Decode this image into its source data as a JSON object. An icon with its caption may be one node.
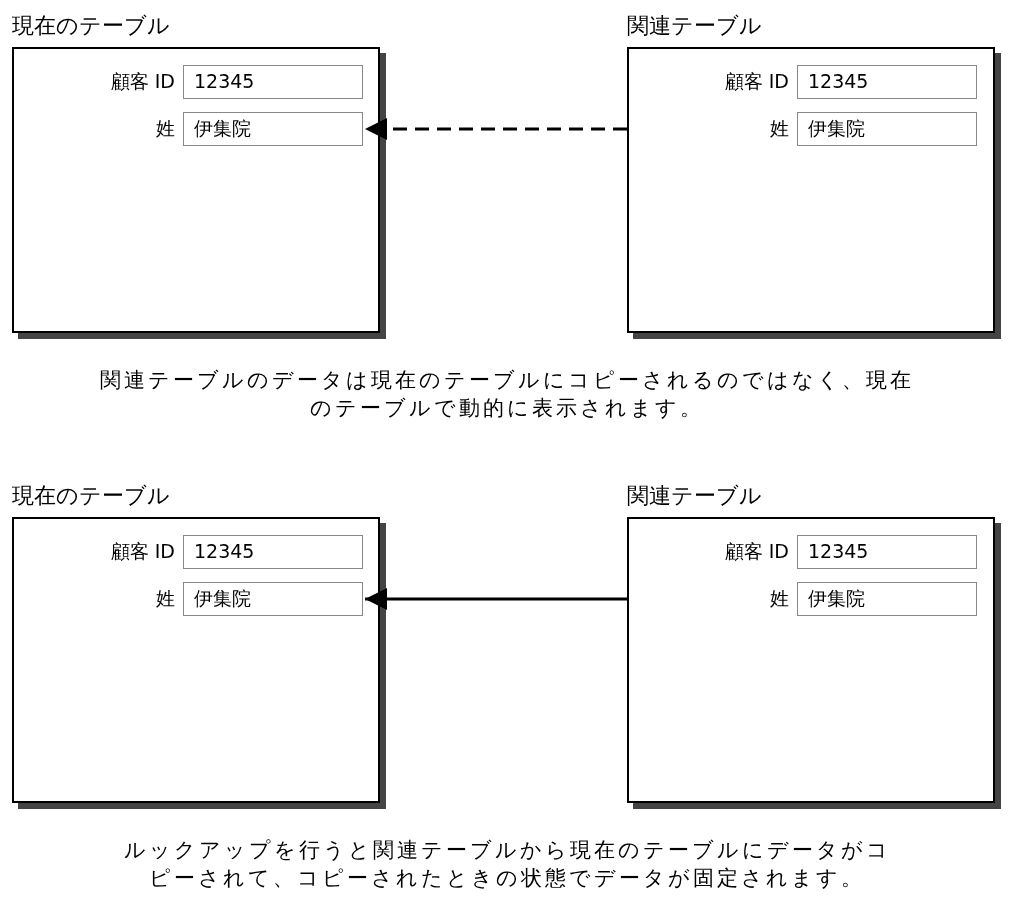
{
  "diagram": {
    "nodes": [
      {
        "text": [
          "現在のテーブル"
        ]
      },
      {
        "text": [
          "12345"
        ],
        "beside": [
          "顧客 ID"
        ],
        "in": 0
      },
      {
        "text": [
          "伊集院"
        ],
        "beside": [
          "姓"
        ],
        "in": 0
      },
      {
        "text": [
          "関連テーブル"
        ]
      },
      {
        "text": [
          "12345"
        ],
        "beside": [
          "顧客 ID"
        ],
        "in": 3
      },
      {
        "text": [
          "伊集院"
        ],
        "beside": [
          "姓"
        ],
        "in": 3
      },
      {
        "text": [
          "現在のテーブル"
        ]
      },
      {
        "text": [
          "12345"
        ],
        "beside": [
          "顧客 ID"
        ],
        "in": 6
      },
      {
        "text": [
          "伊集院"
        ],
        "beside": [
          "姓"
        ],
        "in": 6
      },
      {
        "text": [
          "関連テーブル"
        ]
      },
      {
        "text": [
          "12345"
        ],
        "beside": [
          "顧客 ID"
        ],
        "in": 9
      },
      {
        "text": [
          "伊集院"
        ],
        "beside": [
          "姓"
        ],
        "in": 9
      }
    ],
    "edges": [
      {
        "from": 3,
        "to": 2,
        "arrow": "to",
        "style": "dashed"
      },
      {
        "from": 9,
        "to": 8,
        "arrow": "to"
      }
    ],
    "labels": [
      "関連テーブルのデータは現在のテーブルにコピーされるのではなく、現在のテーブルで動的に表示されます。",
      "ルックアップを行うと関連テーブルから現在のテーブルにデータがコピーされて、コピーされたときの状態でデータが固定されます。"
    ]
  }
}
